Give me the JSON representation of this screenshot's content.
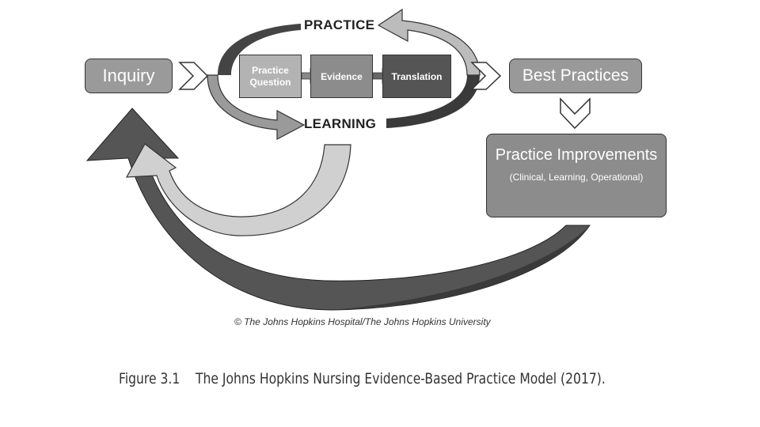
{
  "diagram": {
    "cycle": {
      "top_label": "PRACTICE",
      "bottom_label": "LEARNING",
      "steps": [
        {
          "label": "Practice Question"
        },
        {
          "label": "Evidence"
        },
        {
          "label": "Translation"
        }
      ]
    },
    "nodes": {
      "inquiry": "Inquiry",
      "best_practices": "Best Practices",
      "improvements_title": "Practice Improvements",
      "improvements_sub": "(Clinical, Learning, Operational)"
    },
    "copyright": "© The Johns Hopkins Hospital/The Johns Hopkins University"
  },
  "caption": {
    "number": "Figure 3.1",
    "text": "The Johns Hopkins Nursing Evidence-Based Practice Model (2017)."
  },
  "colors": {
    "light_gray": "#b3b3b3",
    "mid_gray": "#8c8c8c",
    "dark_gray": "#555555",
    "darkest": "#3a3a3a"
  }
}
